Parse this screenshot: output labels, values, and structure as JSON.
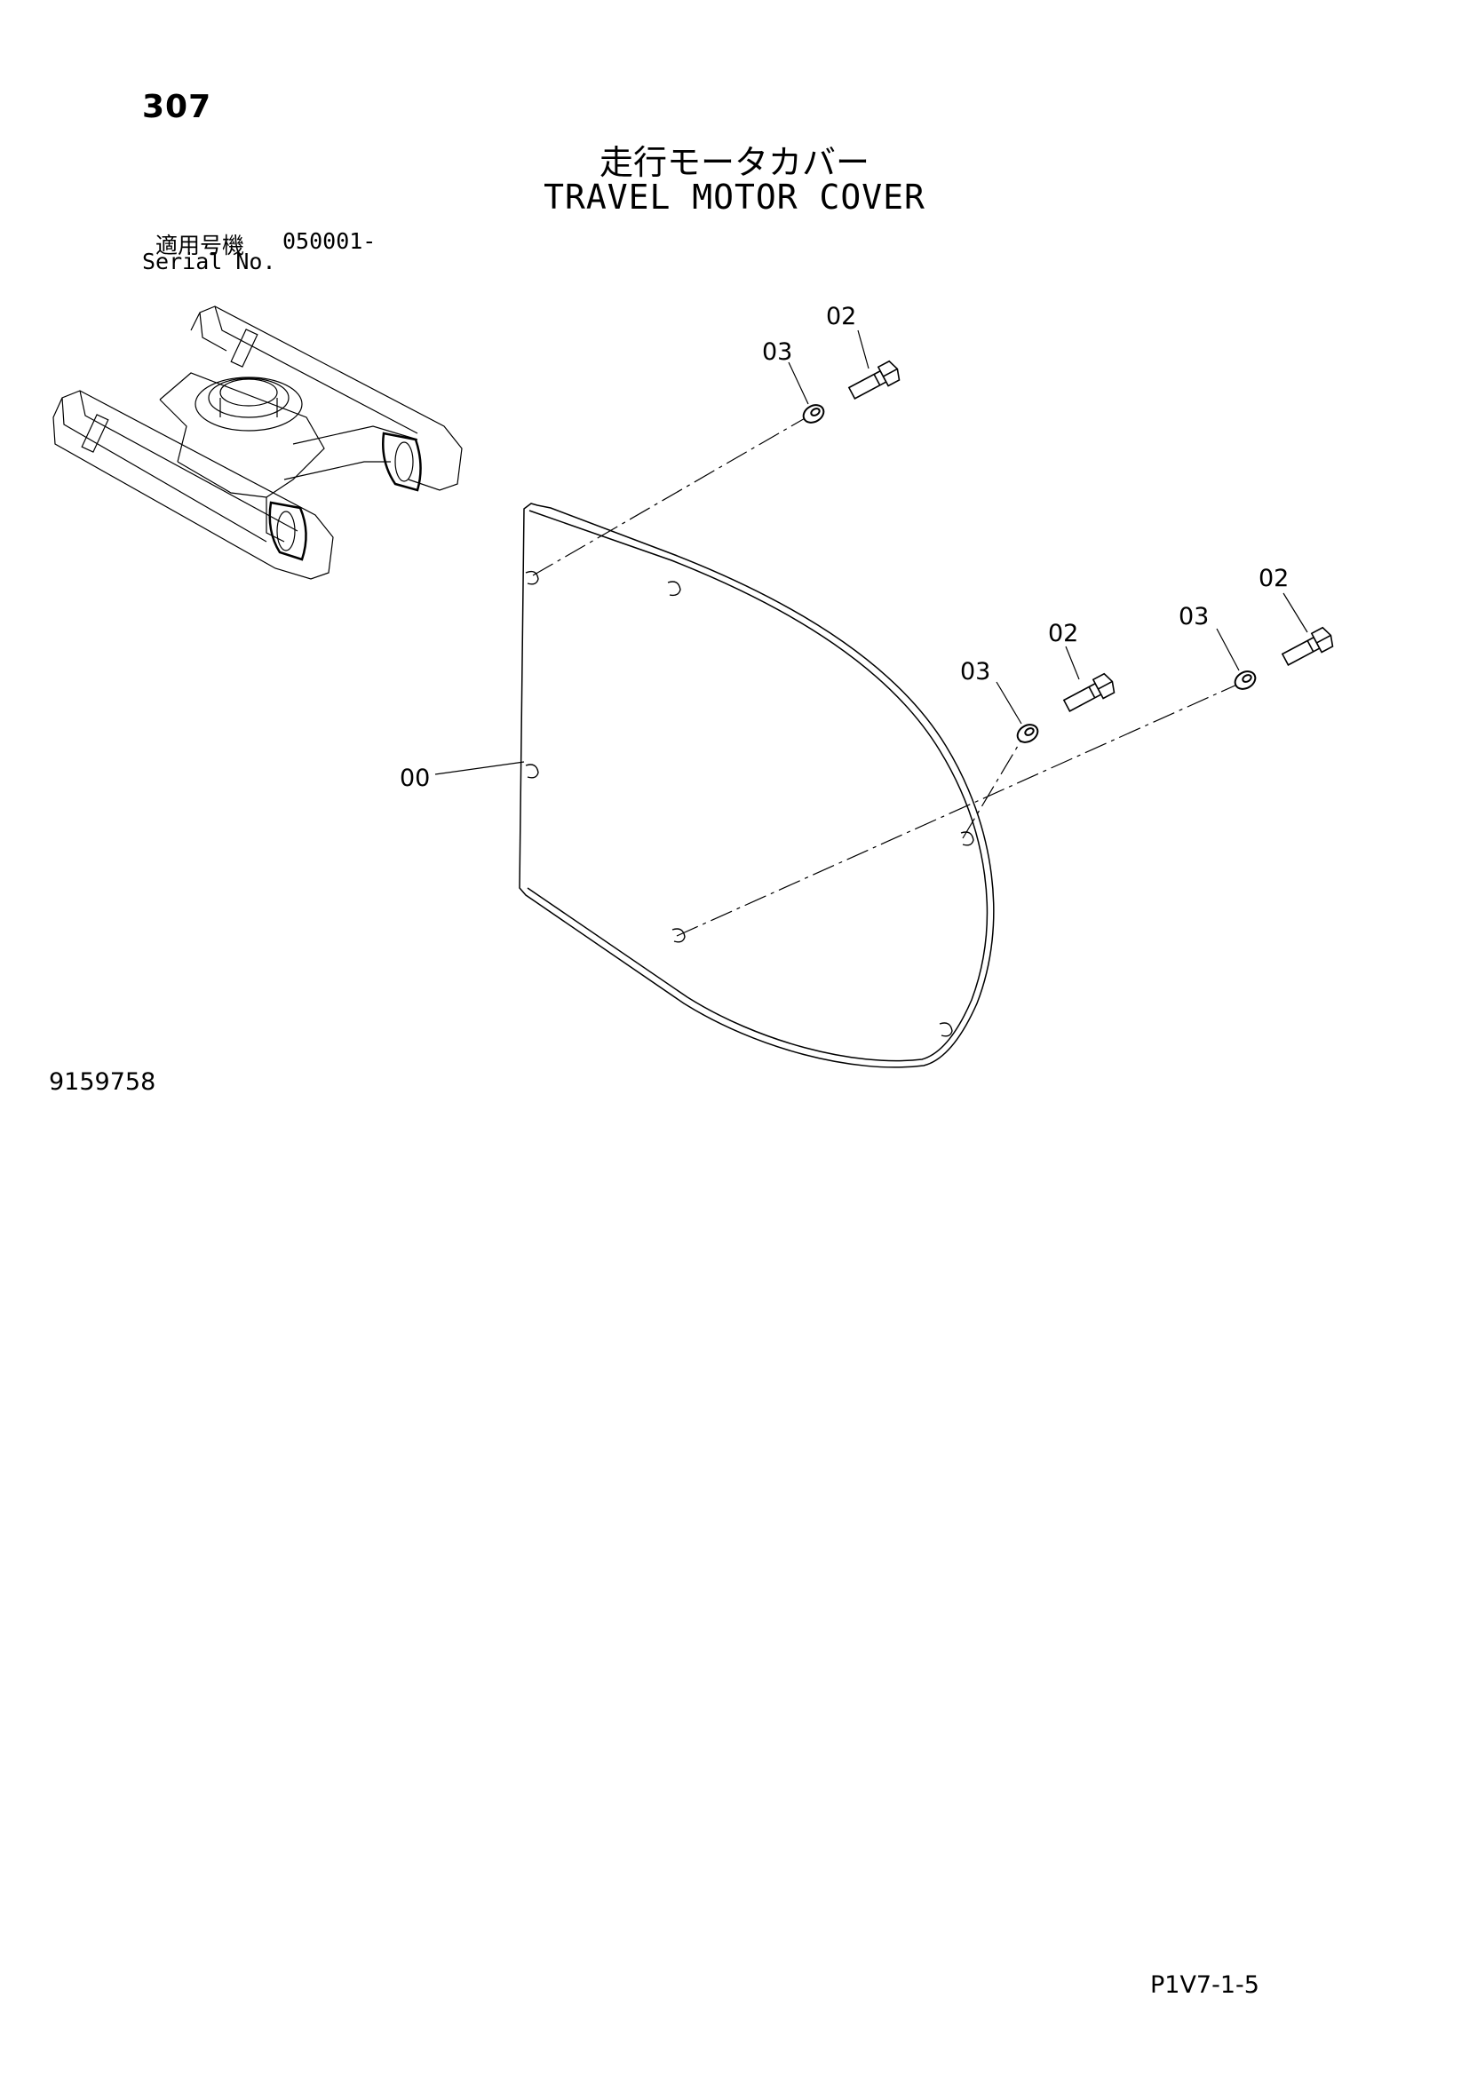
{
  "header": {
    "page_number": "307",
    "title_jp": "走行モータカバー",
    "title_en": "TRAVEL MOTOR COVER",
    "serial_label_jp": "適用号機",
    "serial_value": "050001-",
    "serial_label_en": "Serial No."
  },
  "diagram": {
    "figure_number": "9159758",
    "callouts": [
      "00",
      "02",
      "03",
      "02",
      "03",
      "02",
      "03"
    ],
    "parts": [
      {
        "ref": "00",
        "name": "cover-plate"
      },
      {
        "ref": "02",
        "name": "bolt"
      },
      {
        "ref": "03",
        "name": "washer"
      }
    ]
  },
  "footer": {
    "sheet_code": "P1V7-1-5"
  },
  "colors": {
    "line": "#000000",
    "background": "#ffffff"
  }
}
